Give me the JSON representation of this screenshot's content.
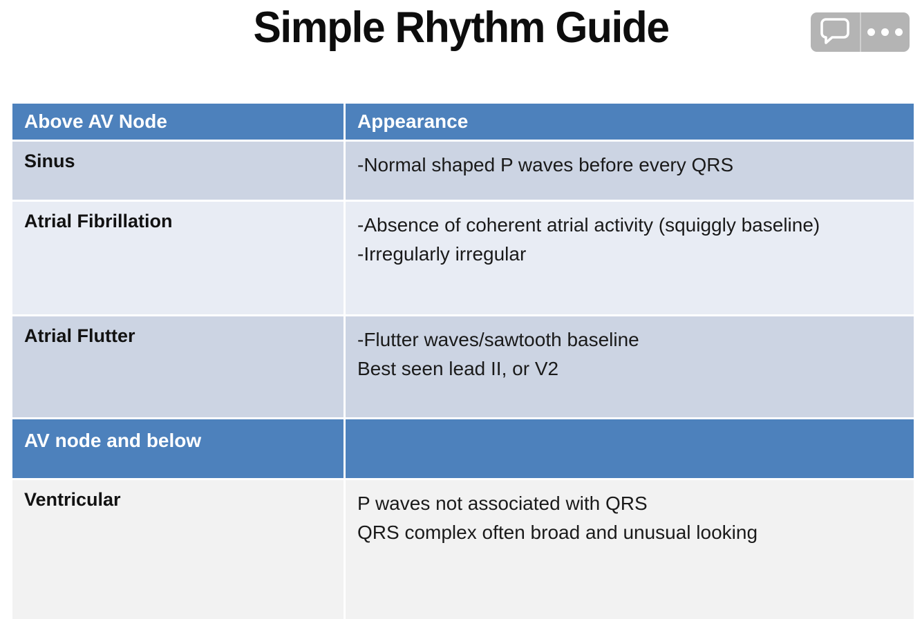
{
  "title": "Simple Rhythm Guide",
  "toolbar": {
    "comment_button": "comment",
    "more_button": "more options"
  },
  "colors": {
    "header_blue": "#4d81bc",
    "row_light_blue": "#ccd4e3",
    "row_pale_blue": "#e8ecf4",
    "row_gray": "#f2f2f2",
    "toolbar_gray": "#b4b4b4",
    "header_text": "#ffffff",
    "body_text": "#1a1a1a"
  },
  "table": {
    "rows": [
      {
        "type": "header",
        "label": "Above AV Node",
        "lines": [
          "Appearance"
        ]
      },
      {
        "type": "data",
        "label": "Sinus",
        "lines": [
          "-Normal shaped P waves before every QRS"
        ]
      },
      {
        "type": "data",
        "label": "Atrial Fibrillation",
        "lines": [
          "-Absence of coherent atrial activity (squiggly baseline)",
          "-Irregularly irregular"
        ]
      },
      {
        "type": "data",
        "label": "Atrial Flutter",
        "lines": [
          "-Flutter waves/sawtooth baseline",
          "Best seen lead II, or V2"
        ]
      },
      {
        "type": "header",
        "label": "AV node and below",
        "lines": []
      },
      {
        "type": "data",
        "label": "Ventricular",
        "lines": [
          "P waves not associated with QRS",
          "QRS complex often broad and unusual looking"
        ]
      }
    ]
  }
}
